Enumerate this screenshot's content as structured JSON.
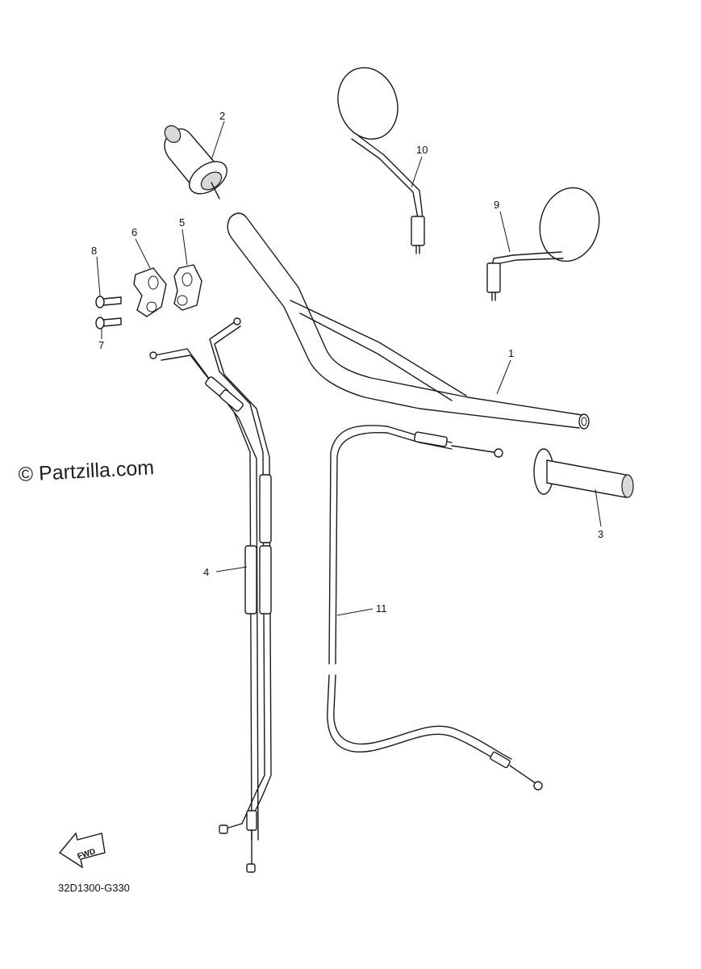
{
  "watermark": {
    "text": "© Partzilla.com"
  },
  "diagram_code": "32D1300-G330",
  "fwd_arrow": {
    "label": "FWD",
    "icon": "fwd-arrow-icon"
  },
  "callouts": {
    "handlebar": "1",
    "throttle_grip": "2",
    "left_grip": "3",
    "throttle_cable": "4",
    "holder_5": "5",
    "holder_6": "6",
    "screw_7": "7",
    "screw_8": "8",
    "mirror_right": "9",
    "mirror_left": "10",
    "clutch_cable": "11"
  }
}
